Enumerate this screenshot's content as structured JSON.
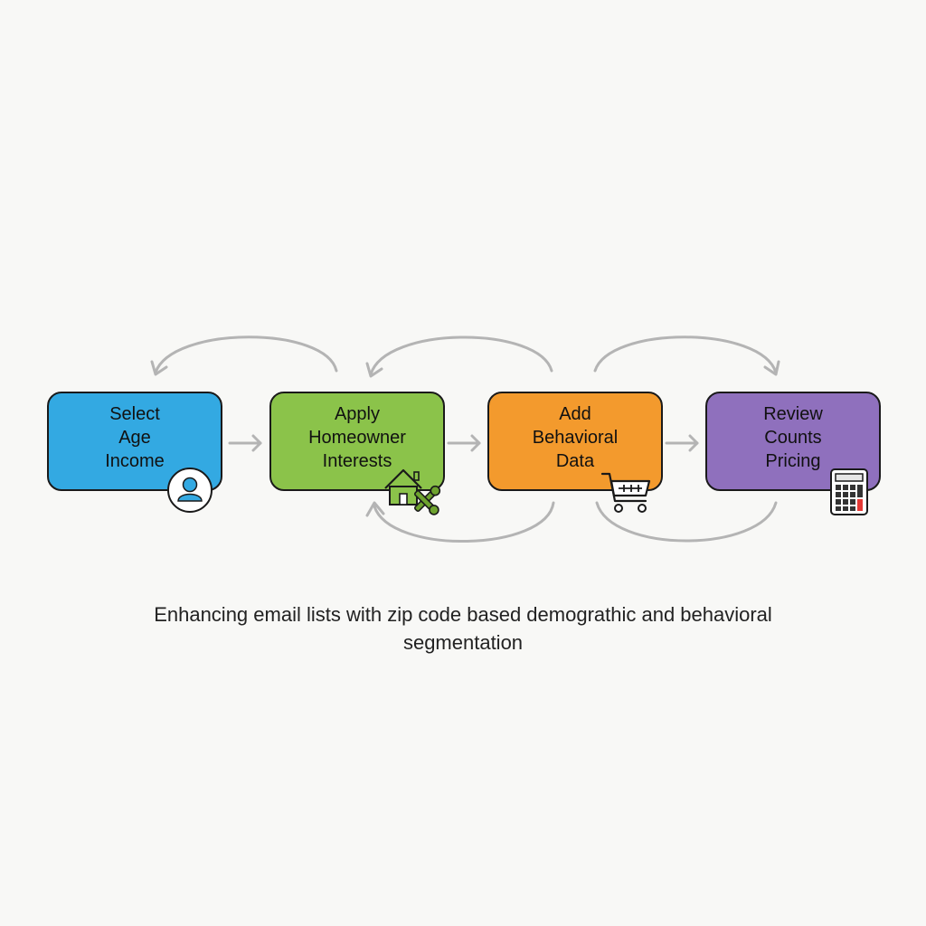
{
  "steps": [
    {
      "lines": [
        "Select",
        "Age",
        "Income"
      ],
      "icon": "user-icon",
      "color": "#33a9e2"
    },
    {
      "lines": [
        "Apply",
        "Homeowner",
        "Interests"
      ],
      "icon": "house-tools-icon",
      "color": "#8bc34a"
    },
    {
      "lines": [
        "Add",
        "Behavioral",
        "Data"
      ],
      "icon": "shopping-cart-icon",
      "color": "#f39a2d"
    },
    {
      "lines": [
        "Review",
        "Counts",
        "Pricing"
      ],
      "icon": "calculator-icon",
      "color": "#8f70bd"
    }
  ],
  "caption": "Enhancing email lists with zip code based demograthic and behavioral segmentation"
}
